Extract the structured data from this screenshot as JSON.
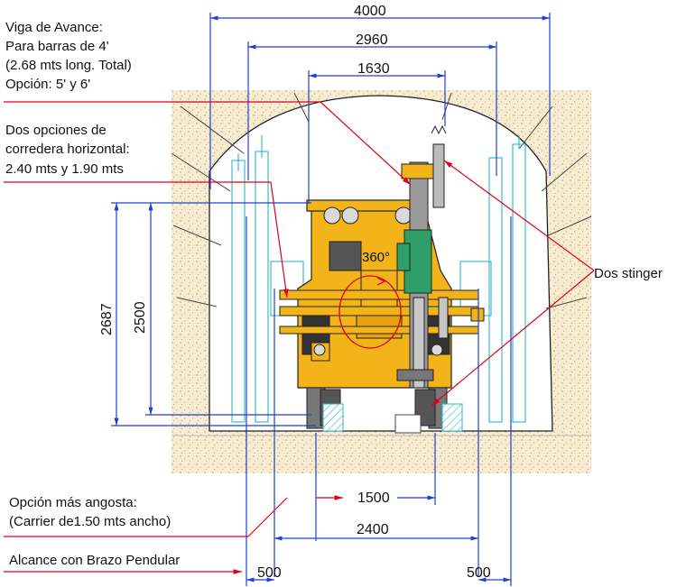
{
  "annotations": {
    "viga_line1": "Viga de Avance:",
    "viga_line2": "Para barras de 4'",
    "viga_line3": "(2.68 mts long. Total)",
    "viga_line4": "Opción: 5' y 6'",
    "corredera_line1": "Dos opciones de",
    "corredera_line2": "corredera horizontal:",
    "corredera_line3": "2.40 mts y 1.90 mts",
    "stinger": "Dos stinger",
    "rotation": "360°",
    "angosta_line1": "Opción más angosta:",
    "angosta_line2": "(Carrier de1.50 mts ancho)",
    "alcance": "Alcance con Brazo Pendular"
  },
  "dimensions": {
    "top_outer": "4000",
    "top_middle": "2960",
    "top_inner": "1630",
    "left_outer": "2687",
    "left_inner": "2500",
    "bottom_carrier": "1500",
    "bottom_width": "2400",
    "bottom_left": "500",
    "bottom_right": "500"
  },
  "colors": {
    "dimension_lines": "#1f3fd0",
    "leader_lines": "#e0001b",
    "machine_body": "#f2b418",
    "drill_mast": "#2f9f6a",
    "ghost_outline": "#2bb6c9",
    "rock_fill": "#f3e6c6"
  }
}
